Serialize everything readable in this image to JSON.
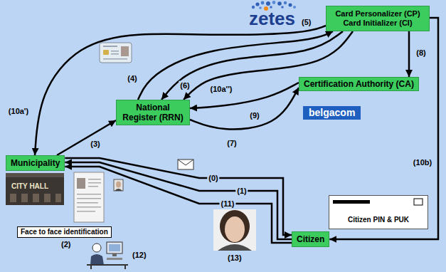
{
  "diagram": {
    "nodes": [
      {
        "text": [
          "Card Personalizer (CP) Card Initializer (CI)"
        ]
      },
      {
        "text": [
          "Certification Authority (CA)"
        ]
      },
      {
        "text": [
          "National Register (RRN)"
        ]
      },
      {
        "text": [
          "Municipality"
        ]
      },
      {
        "text": [
          "Citizen PIN & PUK"
        ]
      },
      {
        "text": [
          "Face to face identification"
        ]
      },
      {
        "text": [
          "Citizen"
        ]
      }
    ],
    "edges": [
      {
        "from": 3,
        "to": 6,
        "label": "(0)",
        "arrow": "to"
      },
      {
        "from": 6,
        "to": 3,
        "label": "(1)",
        "arrow": "to"
      },
      {
        "from": 3,
        "to": 2,
        "label": "(3)",
        "arrow": "to"
      },
      {
        "from": 2,
        "to": 0,
        "label": "(4)",
        "arrow": "to"
      },
      {
        "from": 0,
        "to": 2,
        "label": "(6)",
        "arrow": "to"
      },
      {
        "from": 2,
        "to": 1,
        "label": "(7)",
        "arrow": "to"
      },
      {
        "from": 0,
        "to": 1,
        "label": "(8)",
        "arrow": "to"
      },
      {
        "from": 1,
        "to": 2,
        "label": "(9)",
        "arrow": "to"
      },
      {
        "from": 0,
        "to": 3,
        "label": "(10a')",
        "arrow": "to"
      },
      {
        "from": 0,
        "to": 2,
        "label": "(10a'')",
        "arrow": "to"
      },
      {
        "from": 0,
        "to": 6,
        "label": "(10b)",
        "arrow": "to"
      },
      {
        "from": 6,
        "to": 3,
        "label": "(11)",
        "arrow": "to"
      }
    ],
    "labels": [
      "zetes",
      "(5)",
      "belgacom",
      "CITY HALL",
      "(2)",
      "(12)",
      "(13)"
    ]
  }
}
